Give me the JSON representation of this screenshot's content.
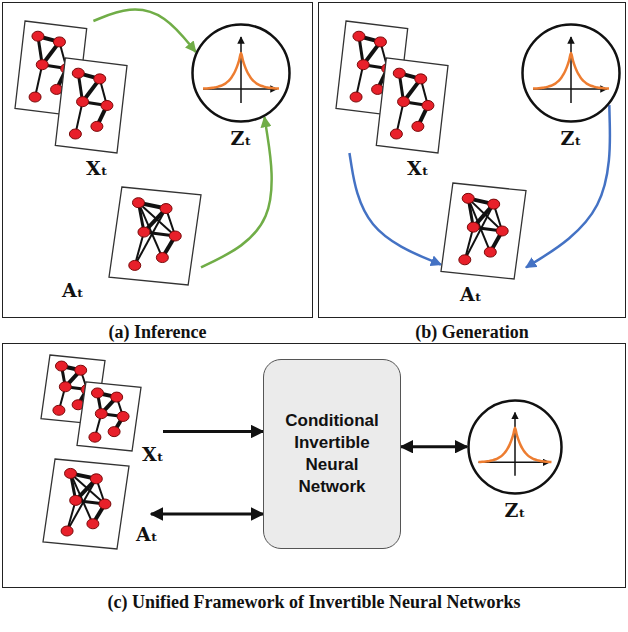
{
  "diagram": {
    "nodes": [
      {
        "text": [
          "(a) Inference"
        ]
      },
      {
        "text": [
          "Xₜ"
        ],
        "in": 0
      },
      {
        "text": [
          "Zₜ"
        ],
        "in": 0
      },
      {
        "text": [
          "Aₜ"
        ],
        "in": 0
      },
      {
        "text": [
          "(b) Generation"
        ]
      },
      {
        "text": [
          "Xₜ"
        ],
        "in": 4
      },
      {
        "text": [
          "Zₜ"
        ],
        "in": 4
      },
      {
        "text": [
          "Aₜ"
        ],
        "in": 4
      },
      {
        "text": [
          "(c) Unified Framework of Invertible Neural Networks"
        ]
      },
      {
        "text": [
          "Xₜ"
        ],
        "in": 8
      },
      {
        "text": [
          "Aₜ"
        ],
        "in": 8
      },
      {
        "text": [
          "Conditional Invertible Neural Network"
        ],
        "in": 8
      },
      {
        "text": [
          "Zₜ"
        ],
        "in": 8
      }
    ],
    "edges": [
      {
        "from": 1,
        "to": 2,
        "arrow": "to"
      },
      {
        "from": 3,
        "to": 2,
        "arrow": "to"
      },
      {
        "from": 5,
        "to": 7,
        "arrow": "to"
      },
      {
        "from": 6,
        "to": 7,
        "arrow": "to"
      },
      {
        "from": 9,
        "to": 11,
        "arrow": "to"
      },
      {
        "from": 10,
        "to": 11,
        "arrow": "both"
      },
      {
        "from": 11,
        "to": 12,
        "arrow": "both"
      }
    ]
  }
}
